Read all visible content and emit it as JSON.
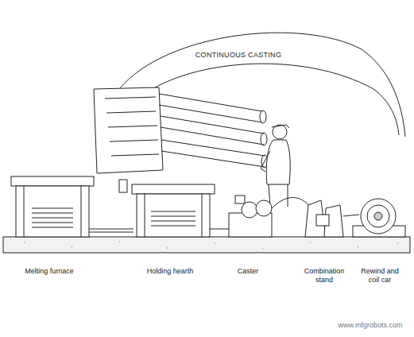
{
  "diagram": {
    "title": "CONTINUOUS CASTING",
    "labels": [
      "Melting furnace",
      "Holding hearth",
      "Caster",
      "Combination stand",
      "Rewind and coil car",
      "www.mfgrobots.com"
    ]
  }
}
